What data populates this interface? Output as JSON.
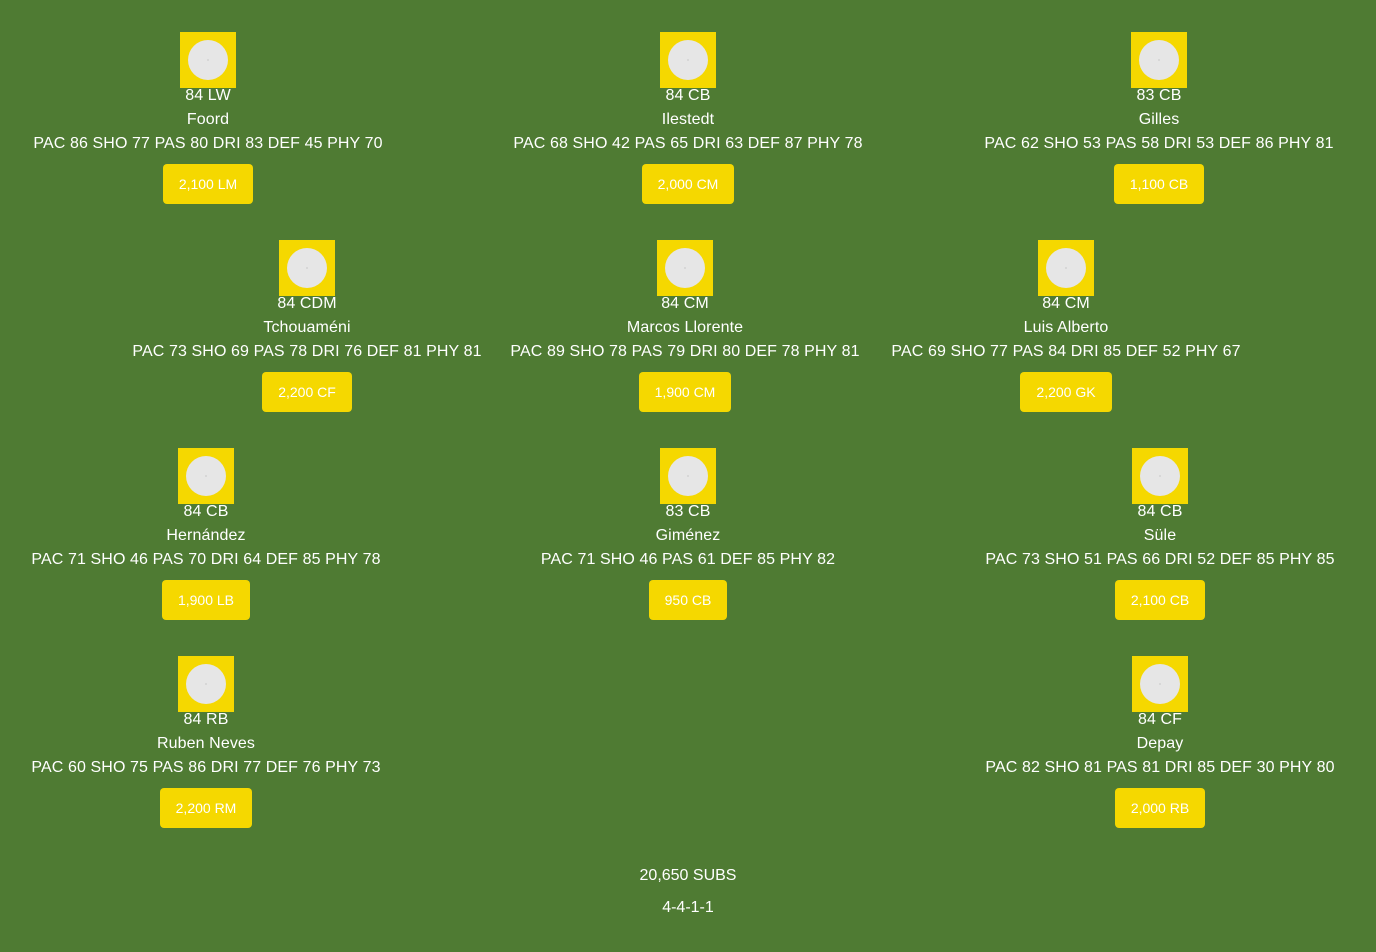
{
  "players": [
    {
      "rating": "84 LW",
      "name": "Foord",
      "stats": "PAC 86 SHO 77 PAS 80 DRI 83 DEF 45 PHY 70",
      "price_label": "2,100 LM"
    },
    {
      "rating": "84 CB",
      "name": "Ilestedt",
      "stats": "PAC 68 SHO 42 PAS 65 DRI 63 DEF 87 PHY 78",
      "price_label": "2,000 CM"
    },
    {
      "rating": "83 CB",
      "name": "Gilles",
      "stats": "PAC 62 SHO 53 PAS 58 DRI 53 DEF 86 PHY 81",
      "price_label": "1,100 CB"
    },
    {
      "rating": "84 CDM",
      "name": "Tchouaméni",
      "stats": "PAC 73 SHO 69 PAS 78 DRI 76 DEF 81 PHY 81",
      "price_label": "2,200 CF"
    },
    {
      "rating": "84 CM",
      "name": "Marcos Llorente",
      "stats": "PAC 89 SHO 78 PAS 79 DRI 80 DEF 78 PHY 81",
      "price_label": "1,900 CM"
    },
    {
      "rating": "84 CM",
      "name": "Luis Alberto",
      "stats": "PAC 69 SHO 77 PAS 84 DRI 85 DEF 52 PHY 67",
      "price_label": "2,200 GK"
    },
    {
      "rating": "84 CB",
      "name": "Hernández",
      "stats": "PAC 71 SHO 46 PAS 70 DRI 64 DEF 85 PHY 78",
      "price_label": "1,900 LB"
    },
    {
      "rating": "83 CB",
      "name": "Giménez",
      "stats": "PAC 71 SHO 46 PAS 61 DEF 85 PHY 82",
      "price_label": "950 CB"
    },
    {
      "rating": "84 CB",
      "name": "Süle",
      "stats": "PAC 73 SHO 51 PAS 66 DRI 52 DEF 85 PHY 85",
      "price_label": "2,100 CB"
    },
    {
      "rating": "84 RB",
      "name": "Ruben Neves",
      "stats": "PAC 60 SHO 75 PAS 86 DRI 77 DEF 76 PHY 73",
      "price_label": "2,200 RM"
    },
    {
      "rating": "84 CF",
      "name": "Depay",
      "stats": "PAC 82 SHO 81 PAS 81 DRI 85 DEF 30 PHY 80",
      "price_label": "2,000 RB"
    }
  ],
  "summary": {
    "total": "20,650 SUBS",
    "formation": "4-4-1-1"
  },
  "colors": {
    "pitch": "#4f7b33",
    "card_accent": "#f5d800",
    "portrait_placeholder": "#e6e6e6",
    "text": "#ffffff"
  },
  "icons": {
    "portrait": "player-portrait-icon"
  }
}
